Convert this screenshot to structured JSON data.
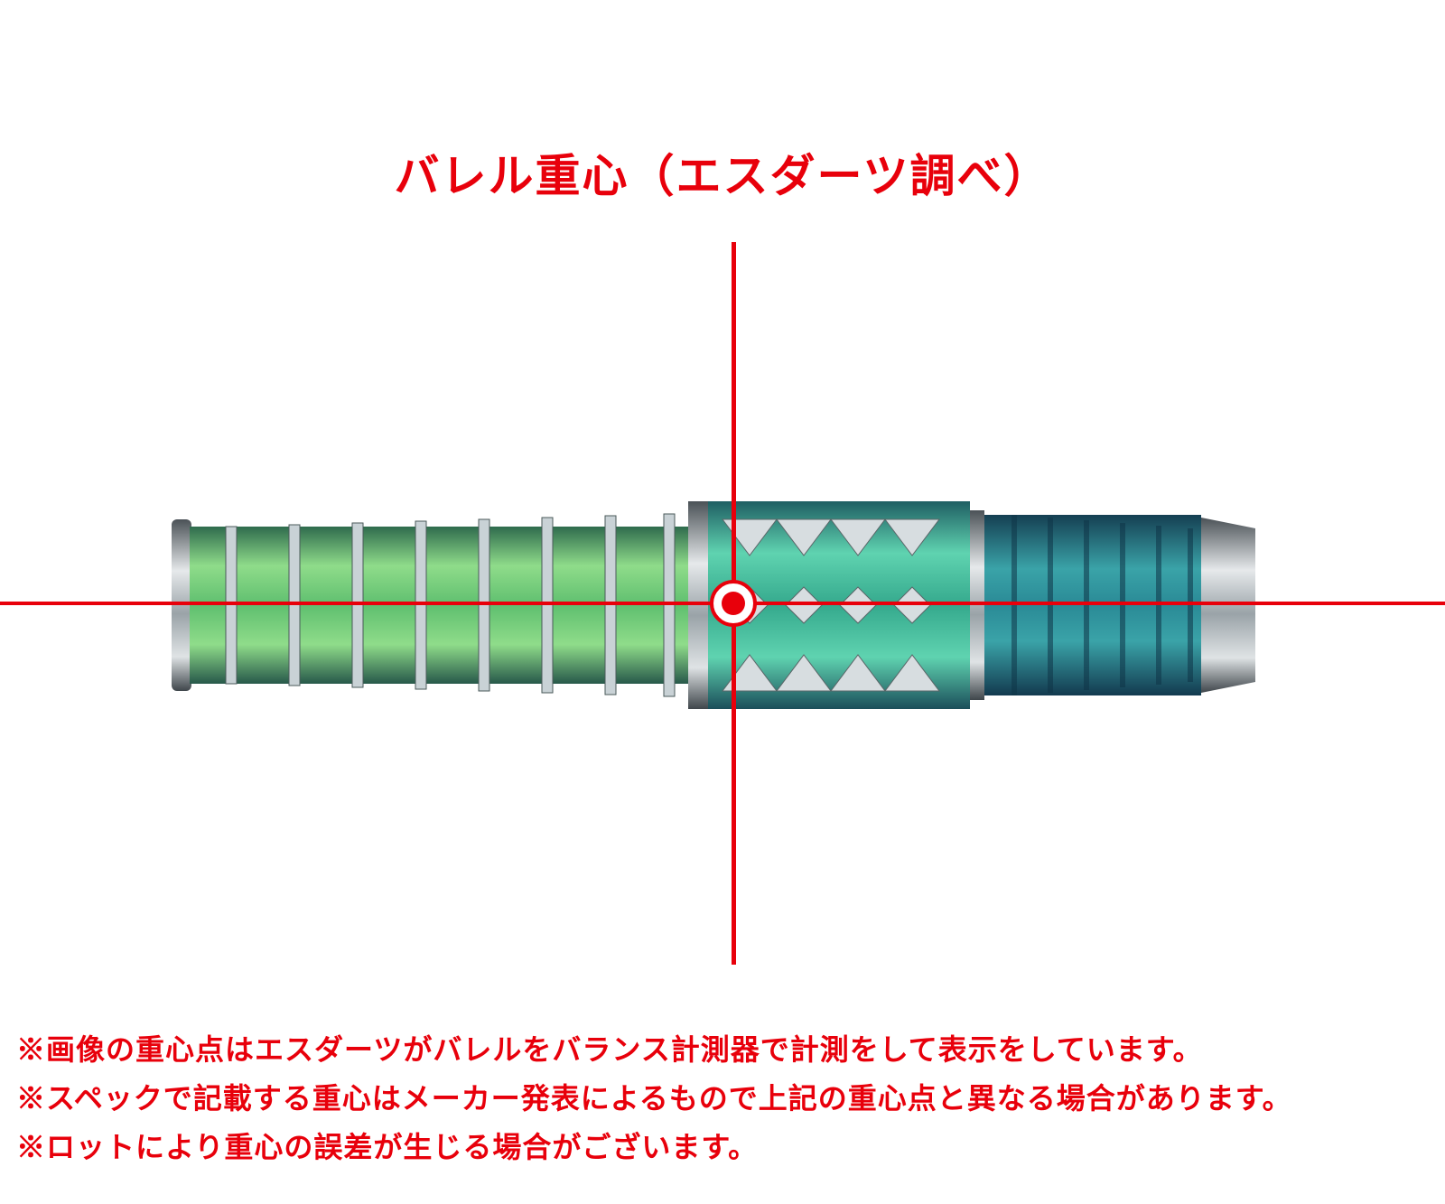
{
  "title": "バレル重心（エスダーツ調べ）",
  "notes": [
    "※画像の重心点はエスダーツがバレルをバランス計測器で計測をして表示をしています。",
    "※スペックで記載する重心はメーカー発表によるもので上記の重心点と異なる場合があります。",
    "※ロットにより重心の誤差が生じる場合がございます。"
  ],
  "colors": {
    "accent": "#e8000b",
    "barrel_green": "#6fcf7f",
    "barrel_teal": "#3fb59a",
    "barrel_blue": "#2b7f9a",
    "steel": "#9aa3a8"
  }
}
